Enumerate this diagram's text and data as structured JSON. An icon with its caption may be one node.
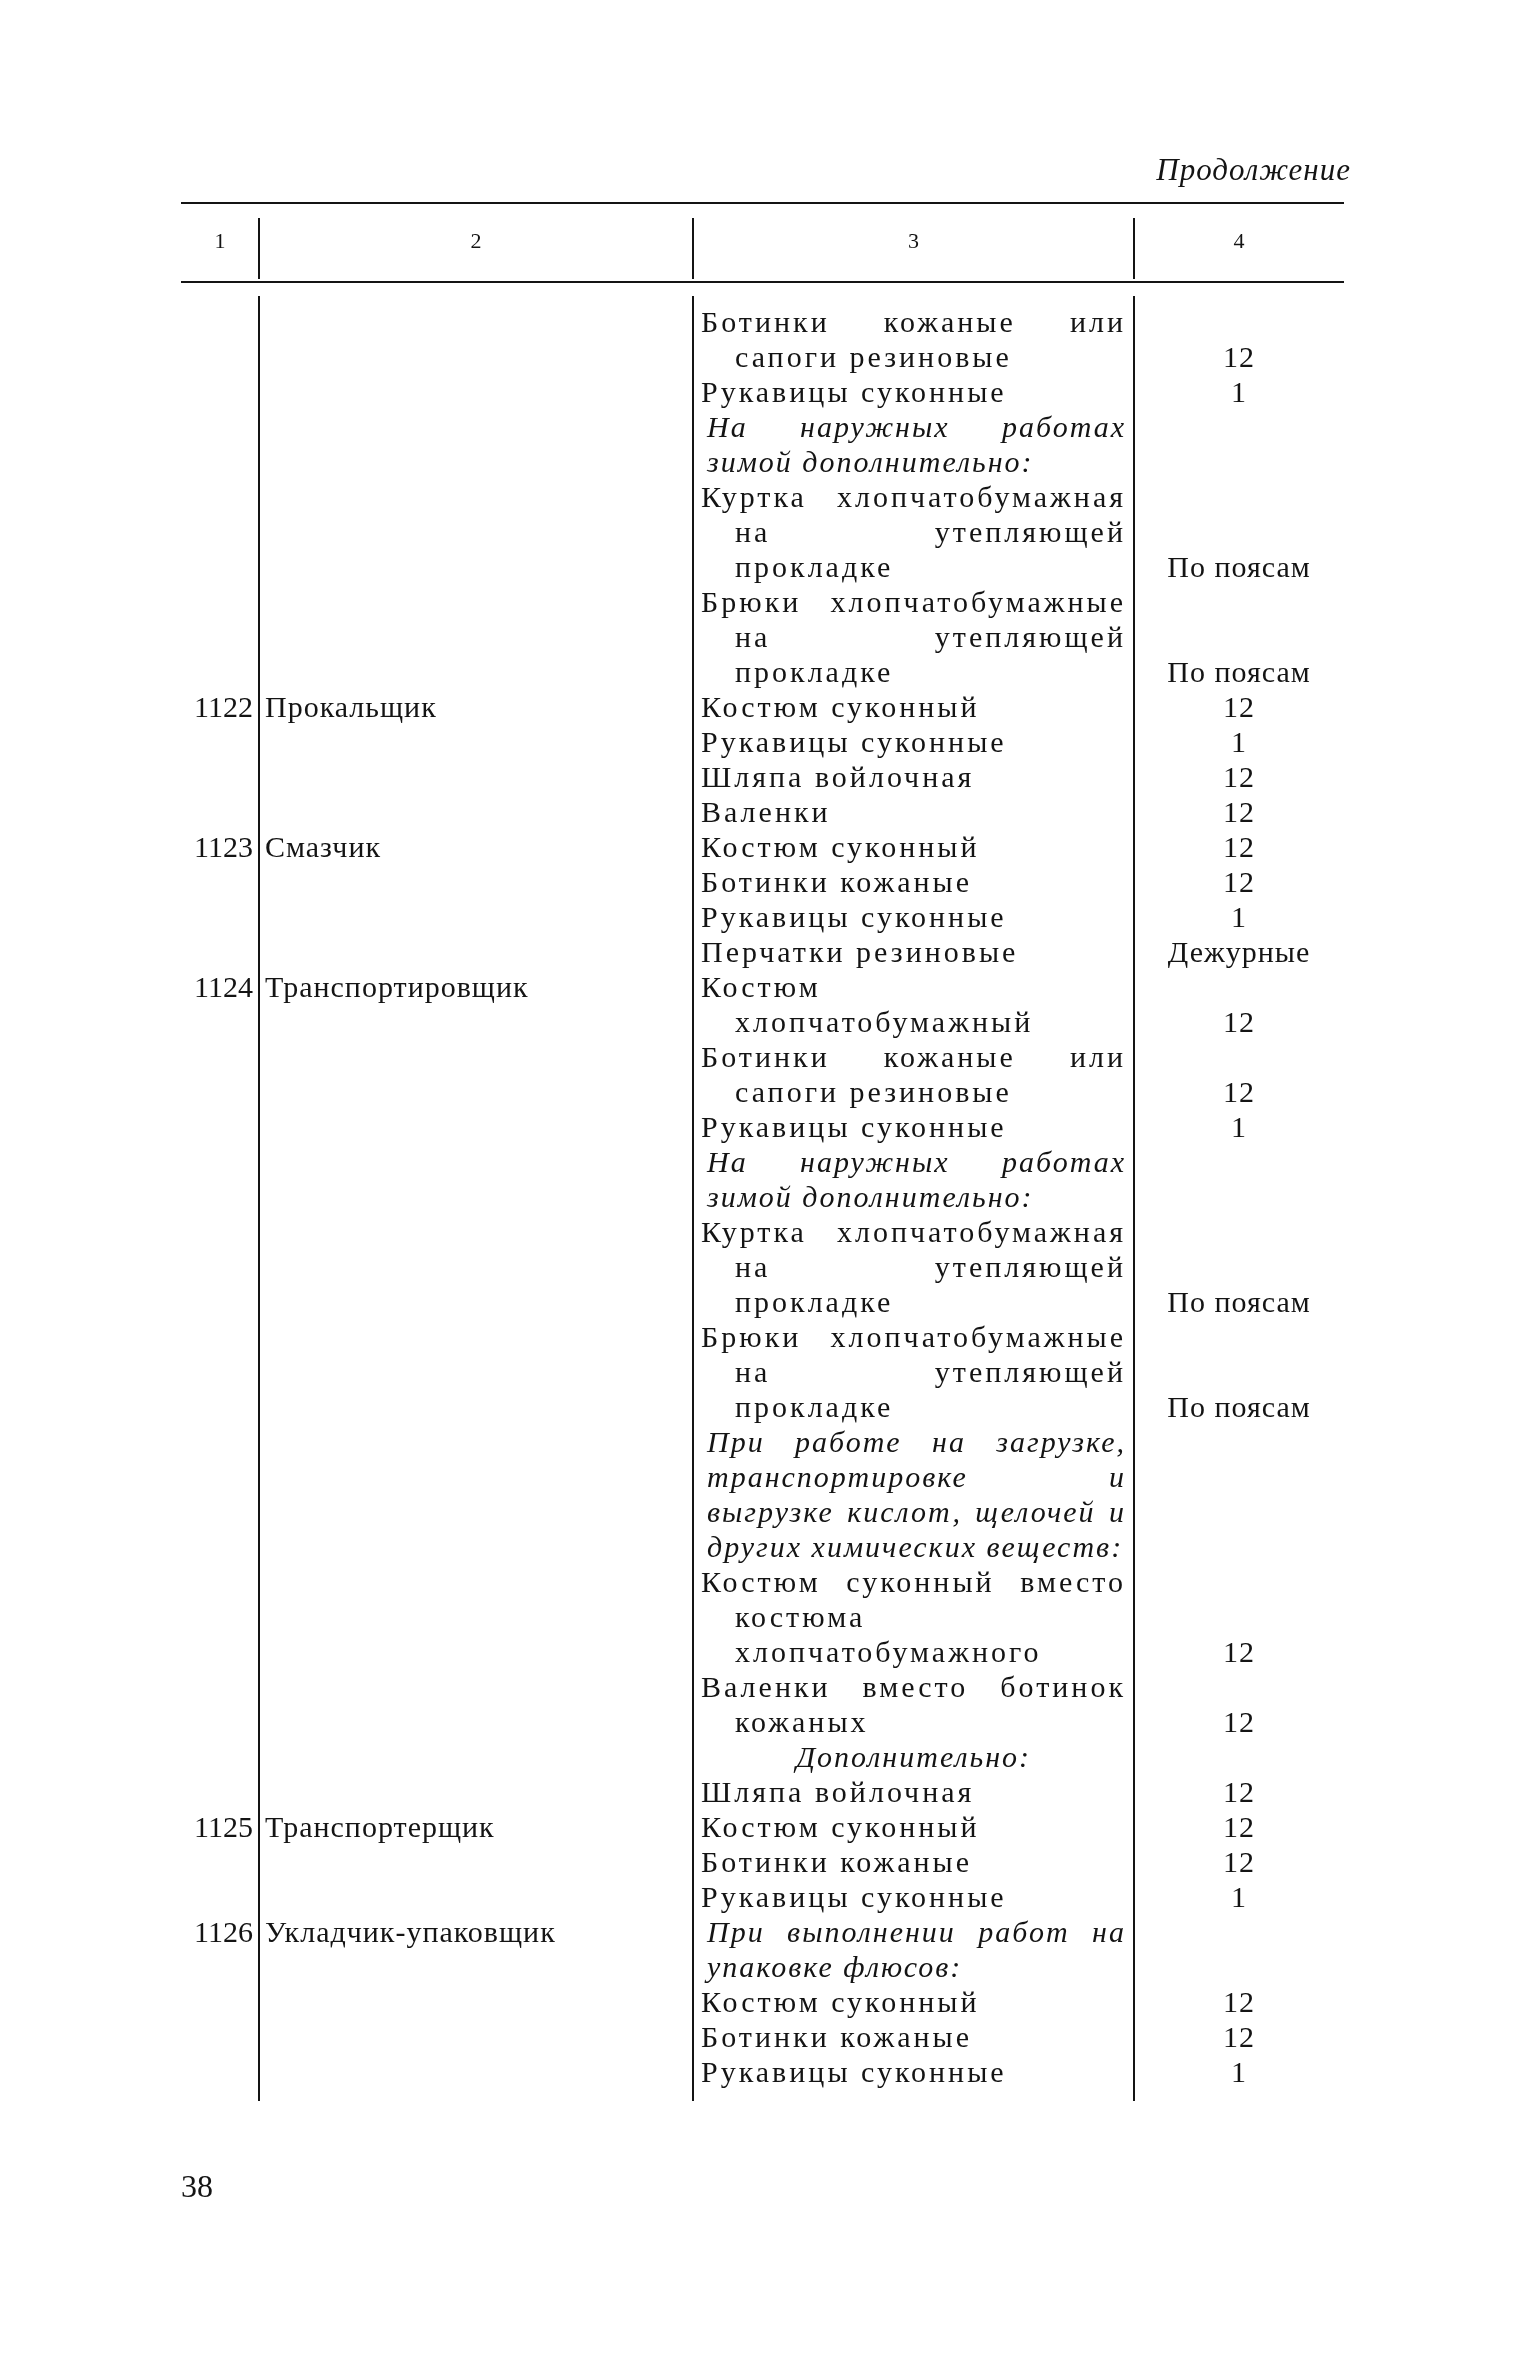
{
  "diagram": {
    "labels": [
      "Продолжение",
      "1",
      "2",
      "3",
      "4",
      "Ботинки кожаные или сапоги резиновые",
      "12",
      "Рукавицы суконные",
      "1",
      "На наружных работах зимой дополнительно:",
      "Куртка хлопчатобумажная на утепляющей прокладке",
      "По поясам",
      "Брюки хлопчатобумажные на утепляющей прокладке",
      "По поясам",
      "1122",
      "Прокальщик",
      "Костюм суконный",
      "12",
      "Рукавицы суконные",
      "1",
      "Шляпа войлочная",
      "12",
      "Валенки",
      "12",
      "1123",
      "Смазчик",
      "Костюм суконный",
      "12",
      "Ботинки кожаные",
      "12",
      "Рукавицы суконные",
      "1",
      "Перчатки резиновые",
      "Дежурные",
      "1124",
      "Транспортировщик",
      "Костюм хлопчатобумажный",
      "12",
      "Ботинки кожаные или сапоги резиновые",
      "12",
      "Рукавицы суконные",
      "1",
      "На наружных работах зимой дополнительно:",
      "Куртка хлопчатобумажная на утепляющей прокладке",
      "По поясам",
      "Брюки хлопчатобумажные на утепляющей прокладке",
      "По поясам",
      "При работе на загрузке, транспортировке и выгрузке кислот, щелочей и других химических веществ:",
      "Костюм суконный вместо костюма хлопчатобумажного",
      "12",
      "Валенки вместо ботинок кожаных",
      "12",
      "Дополнительно:",
      "Шляпа войлочная",
      "12",
      "1125",
      "Транспортерщик",
      "Костюм суконный",
      "12",
      "Ботинки кожаные",
      "12",
      "Рукавицы суконные",
      "1",
      "1126",
      "Укладчик-упаковщик",
      "При выполнении работ на упаковке флюсов:",
      "Костюм суконный",
      "12",
      "Ботинки кожаные",
      "12",
      "Рукавицы суконные",
      "1",
      "38"
    ]
  }
}
